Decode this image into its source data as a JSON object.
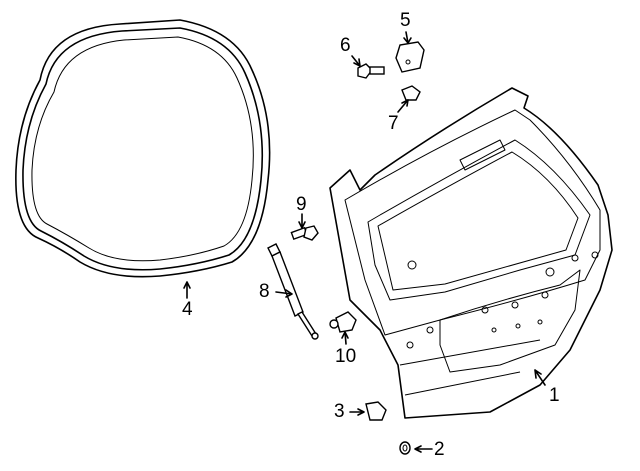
{
  "diagram": {
    "callouts": [
      {
        "number": "1",
        "part": "liftgate"
      },
      {
        "number": "2",
        "part": "plug"
      },
      {
        "number": "3",
        "part": "bumper"
      },
      {
        "number": "4",
        "part": "weatherstrip"
      },
      {
        "number": "5",
        "part": "hinge"
      },
      {
        "number": "6",
        "part": "hinge-bolt"
      },
      {
        "number": "7",
        "part": "nut"
      },
      {
        "number": "8",
        "part": "lift-support"
      },
      {
        "number": "9",
        "part": "bolt"
      },
      {
        "number": "10",
        "part": "ball-stud"
      }
    ]
  }
}
